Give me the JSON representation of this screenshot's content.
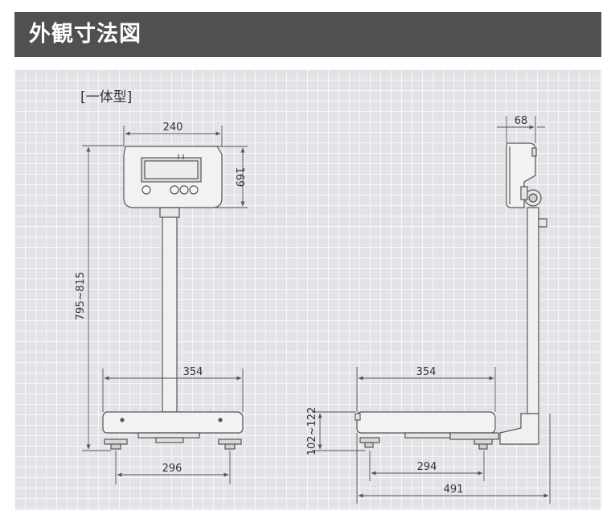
{
  "header": {
    "title": "外観寸法図"
  },
  "drawing": {
    "type_label": "[一体型]",
    "front": {
      "head_width": "240",
      "head_height": "169",
      "total_height": "795~815",
      "platform_width": "354",
      "foot_span": "296"
    },
    "side": {
      "head_depth": "68",
      "platform_length": "354",
      "platform_height": "102~122",
      "foot_span": "294",
      "total_length": "491"
    }
  },
  "colors": {
    "header_bg": "#505050",
    "grid_bg": "#e3e3e7",
    "line": "#555555"
  }
}
